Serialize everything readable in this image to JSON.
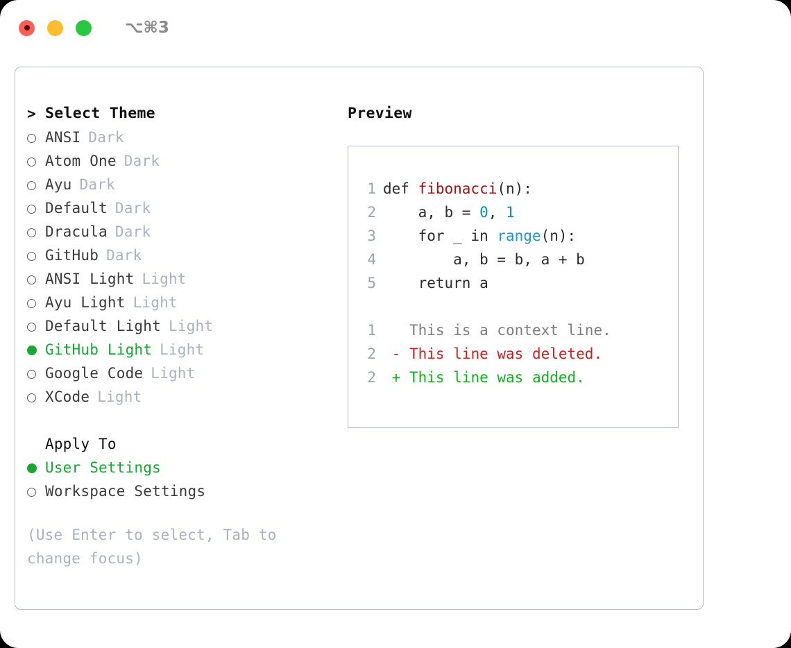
{
  "titlebar": {
    "traffic_lights": [
      {
        "name": "close",
        "color": "#fc5f58"
      },
      {
        "name": "minimize",
        "color": "#febc2e"
      },
      {
        "name": "maximize",
        "color": "#28c840"
      }
    ],
    "shortcut": "⌥⌘3"
  },
  "theme_panel": {
    "heading": "Select Theme",
    "caret": ">",
    "items": [
      {
        "name": "ANSI",
        "tag": "Dark",
        "selected": false
      },
      {
        "name": "Atom One",
        "tag": "Dark",
        "selected": false
      },
      {
        "name": "Ayu",
        "tag": "Dark",
        "selected": false
      },
      {
        "name": "Default",
        "tag": "Dark",
        "selected": false
      },
      {
        "name": "Dracula",
        "tag": "Dark",
        "selected": false
      },
      {
        "name": "GitHub",
        "tag": "Dark",
        "selected": false
      },
      {
        "name": "ANSI Light",
        "tag": "Light",
        "selected": false
      },
      {
        "name": "Ayu Light",
        "tag": "Light",
        "selected": false
      },
      {
        "name": "Default Light",
        "tag": "Light",
        "selected": false
      },
      {
        "name": "GitHub Light",
        "tag": "Light",
        "selected": true
      },
      {
        "name": "Google Code",
        "tag": "Light",
        "selected": false
      },
      {
        "name": "XCode",
        "tag": "Light",
        "selected": false
      }
    ]
  },
  "apply_to": {
    "heading": "Apply To",
    "options": [
      {
        "name": "User Settings",
        "selected": true
      },
      {
        "name": "Workspace Settings",
        "selected": false
      }
    ]
  },
  "hint": "(Use Enter to select, Tab to change focus)",
  "preview": {
    "title": "Preview",
    "code_lines": [
      {
        "ln": "1",
        "tokens": [
          {
            "t": "def ",
            "c": "c-plain"
          },
          {
            "t": "fibonacci",
            "c": "c-func"
          },
          {
            "t": "(n):",
            "c": "c-plain"
          }
        ]
      },
      {
        "ln": "2",
        "tokens": [
          {
            "t": "    a, b = ",
            "c": "c-plain"
          },
          {
            "t": "0",
            "c": "c-num"
          },
          {
            "t": ", ",
            "c": "c-plain"
          },
          {
            "t": "1",
            "c": "c-num"
          }
        ]
      },
      {
        "ln": "3",
        "tokens": [
          {
            "t": "    for _ in ",
            "c": "c-plain"
          },
          {
            "t": "range",
            "c": "c-builtin"
          },
          {
            "t": "(n):",
            "c": "c-plain"
          }
        ]
      },
      {
        "ln": "4",
        "tokens": [
          {
            "t": "        a, b = b, a + b",
            "c": "c-plain"
          }
        ]
      },
      {
        "ln": "5",
        "tokens": [
          {
            "t": "    return a",
            "c": "c-plain"
          }
        ]
      }
    ],
    "diff_lines": [
      {
        "ln": "1",
        "marker": " ",
        "text": "This is a context line.",
        "c": "c-ctx"
      },
      {
        "ln": "2",
        "marker": "-",
        "text": "This line was deleted.",
        "c": "c-del"
      },
      {
        "ln": "2",
        "marker": "+",
        "text": "This line was added.",
        "c": "c-add"
      }
    ]
  },
  "colors": {
    "accent_green": "#16a832",
    "muted": "#a9b2c1",
    "border": "#b4bdcb",
    "func_red": "#a31515",
    "number_teal": "#009999",
    "builtin_blue": "#1f97c9",
    "diff_add": "#12b020",
    "diff_del": "#cc1f1f"
  }
}
